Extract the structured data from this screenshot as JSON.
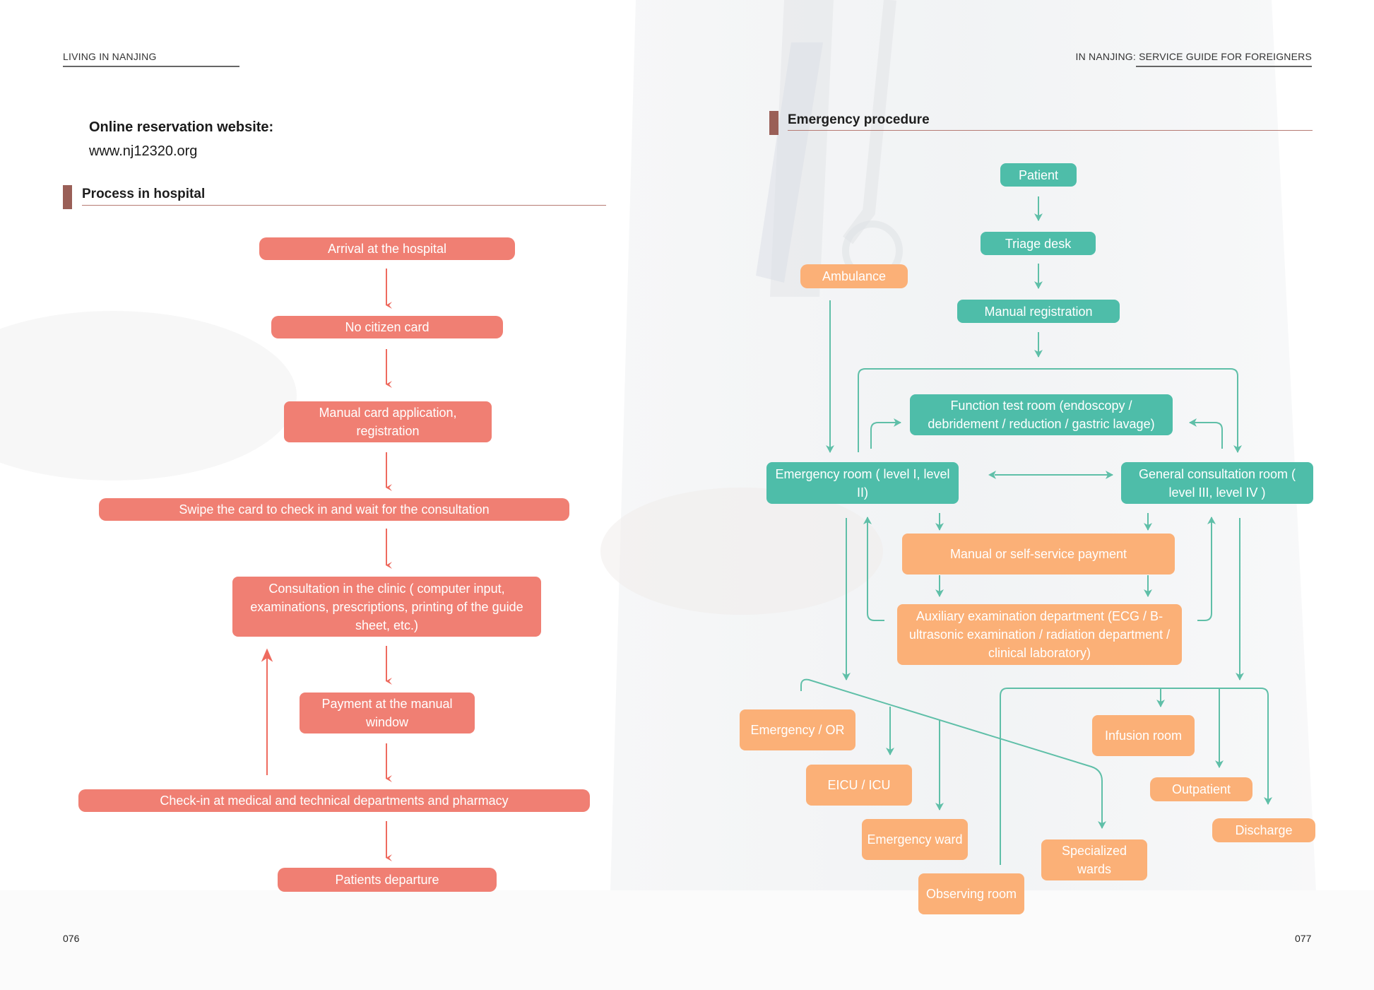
{
  "header": {
    "left": "LIVING IN NANJING",
    "right": "IN NANJING: SERVICE GUIDE FOR FOREIGNERS"
  },
  "reservation": {
    "label": "Online reservation website:",
    "url": "www.nj12320.org"
  },
  "hospital_process": {
    "title": "Process in hospital",
    "steps": [
      "Arrival at the hospital",
      "No citizen card",
      "Manual card application, registration",
      "Swipe the card to check in and wait for the consultation",
      "Consultation in the clinic ( computer input, examinations, prescriptions, printing of the guide sheet, etc.)",
      "Payment at the manual window",
      "Check-in at medical and technical departments and pharmacy",
      "Patients departure"
    ]
  },
  "emergency": {
    "title": "Emergency procedure",
    "patient": "Patient",
    "triage": "Triage desk",
    "ambulance": "Ambulance",
    "manual_registration": "Manual registration",
    "function_test": "Function test room (endoscopy / debridement / reduction / gastric lavage)",
    "emergency_room": "Emergency room ( level I, level II)",
    "general_room": "General consultation room ( level III, level IV )",
    "payment": "Manual or self-service payment",
    "auxiliary": "Auxiliary examination department (ECG / B-ultrasonic examination / radiation department / clinical laboratory)",
    "or": "Emergency / OR",
    "eicu": "EICU / ICU",
    "ward": "Emergency ward",
    "observing": "Observing room",
    "specialized": "Specialized wards",
    "infusion": "Infusion room",
    "outpatient": "Outpatient",
    "discharge": "Discharge"
  },
  "page_numbers": {
    "left": "076",
    "right": "077"
  },
  "colors": {
    "red": "#f07f73",
    "teal": "#4ebda9",
    "orange": "#fbb077",
    "arrow_red": "#ee6b5f",
    "arrow_teal": "#5fbfa8"
  }
}
